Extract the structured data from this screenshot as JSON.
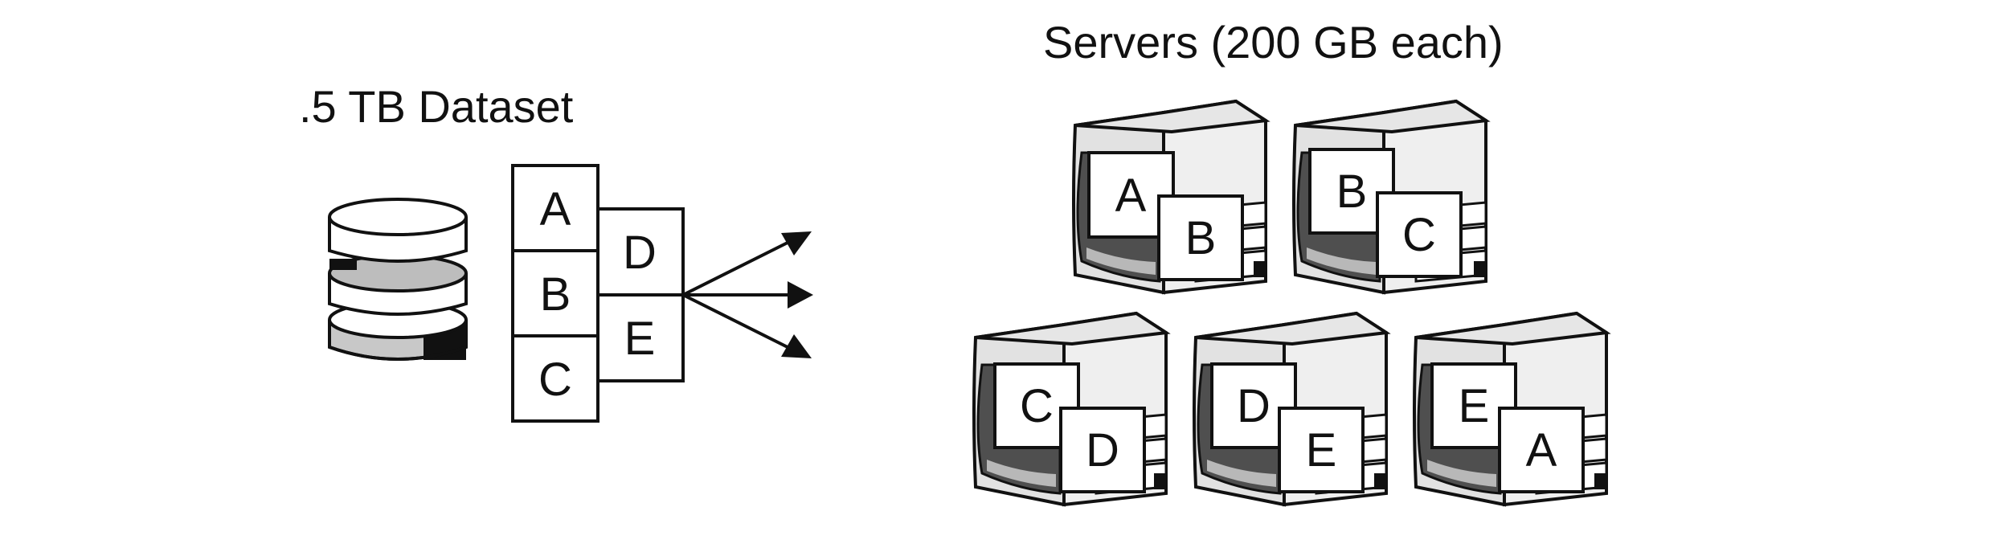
{
  "dataset": {
    "label": ".5 TB Dataset",
    "blocks": [
      "A",
      "B",
      "C",
      "D",
      "E"
    ]
  },
  "servers": {
    "label": "Servers (200 GB each)",
    "items": [
      {
        "back": "A",
        "front": "B"
      },
      {
        "back": "B",
        "front": "C"
      },
      {
        "back": "C",
        "front": "D"
      },
      {
        "back": "D",
        "front": "E"
      },
      {
        "back": "E",
        "front": "A"
      }
    ]
  },
  "colors": {
    "line": "#111111",
    "light": "#efefef",
    "mid": "#c4c4c4",
    "dark": "#555555"
  }
}
